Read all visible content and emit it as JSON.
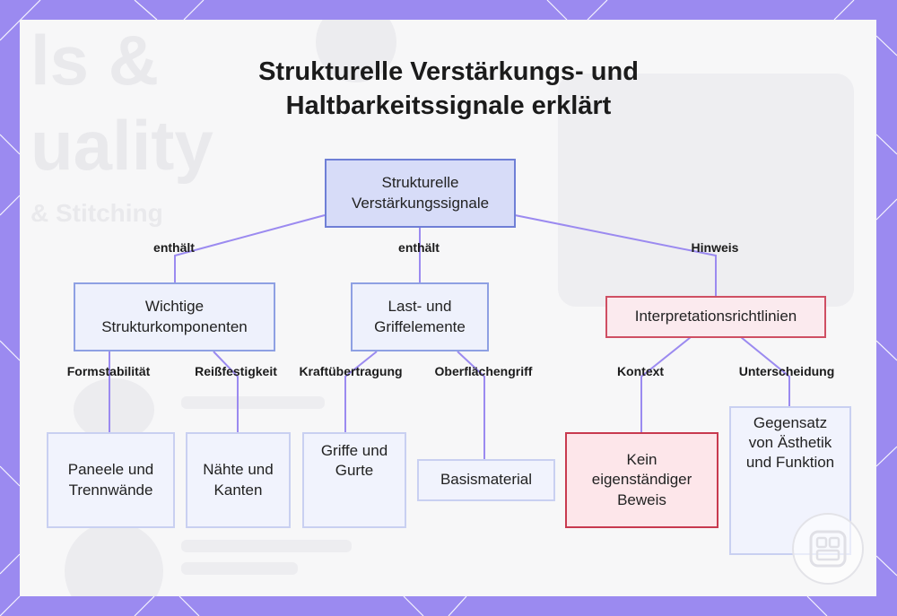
{
  "title": {
    "line1": "Strukturelle Verstärkungs- und",
    "line2": "Haltbarkeitssignale erklärt"
  },
  "nodes": {
    "root": "Strukturelle Verstärkungssignale",
    "key_components": "Wichtige Strukturkomponenten",
    "load_elements": "Last- und Griffelemente",
    "guidelines": "Interpretationsrichtlinien",
    "panels": "Paneele und Trennwände",
    "seams": "Nähte und Kanten",
    "handles": "Griffe und Gurte",
    "base_material": "Basismaterial",
    "no_proof": "Kein eigenständiger Beweis",
    "contrast": "Gegensatz von Ästhetik und Funktion"
  },
  "edges": {
    "contains_1": "enthält",
    "contains_2": "enthält",
    "hint": "Hinweis",
    "form_stability": "Formstabilität",
    "tear_strength": "Reißfestigkeit",
    "force_transfer": "Kraftübertragung",
    "surface_grip": "Oberflächengriff",
    "context": "Kontext",
    "distinction": "Unterscheidung"
  },
  "background_text": {
    "line1": "ls &",
    "line2": "uality",
    "line3": "& Stitching"
  },
  "colors": {
    "frame": "#9b8af0",
    "edge": "#9b8af0",
    "root_fill": "#d7dcf8",
    "node_border": "#8ea0e3",
    "guideline_border": "#cf4f63"
  },
  "logo_icon": "grid-logo-icon"
}
